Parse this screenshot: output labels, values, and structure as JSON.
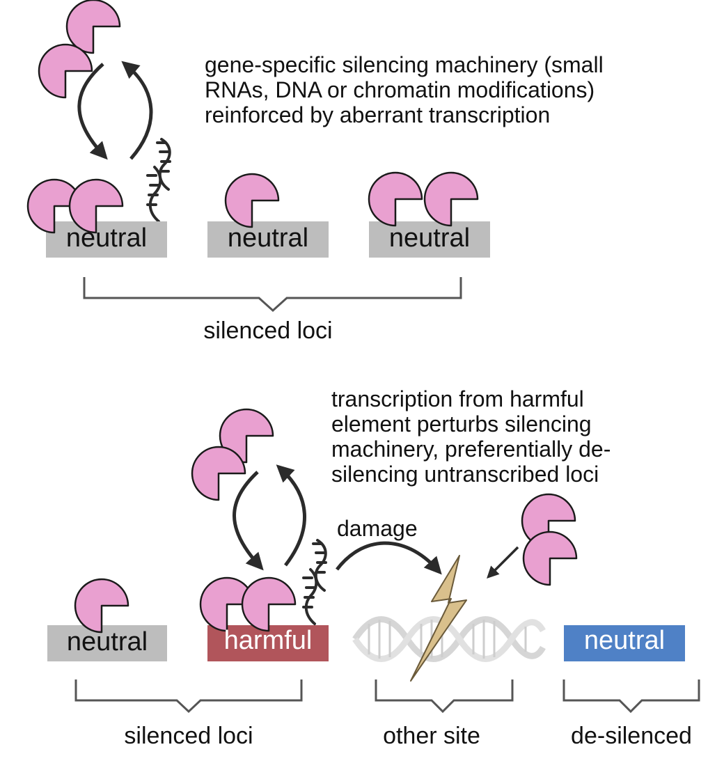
{
  "top_panel": {
    "description_lines": [
      "gene-specific silencing machinery (small",
      "RNAs, DNA or chromatin modifications)",
      "reinforced by aberrant transcription"
    ],
    "loci": [
      "neutral",
      "neutral",
      "neutral"
    ],
    "group_label": "silenced loci"
  },
  "bottom_panel": {
    "description_lines": [
      "transcription from harmful",
      "element perturbs silencing",
      "machinery, preferentially de-",
      "silencing untranscribed loci"
    ],
    "loci": [
      "neutral",
      "harmful",
      "neutral"
    ],
    "damage_label": "damage",
    "group_labels": [
      "silenced loci",
      "other site",
      "de-silenced"
    ]
  },
  "colors": {
    "silencer_fill": "#e9a0d0",
    "neutral_box": "#bdbdbd",
    "harmful_box": "#b1555b",
    "desilenced_box": "#4f81c6",
    "bolt": "#d9c08c",
    "arrow": "#2b2b2b",
    "bracket": "#555555"
  },
  "icons": {
    "silencer": "pac-shape-icon",
    "rna": "rna-strand-icon",
    "dna": "dna-helix-icon",
    "damage": "lightning-bolt-icon"
  }
}
